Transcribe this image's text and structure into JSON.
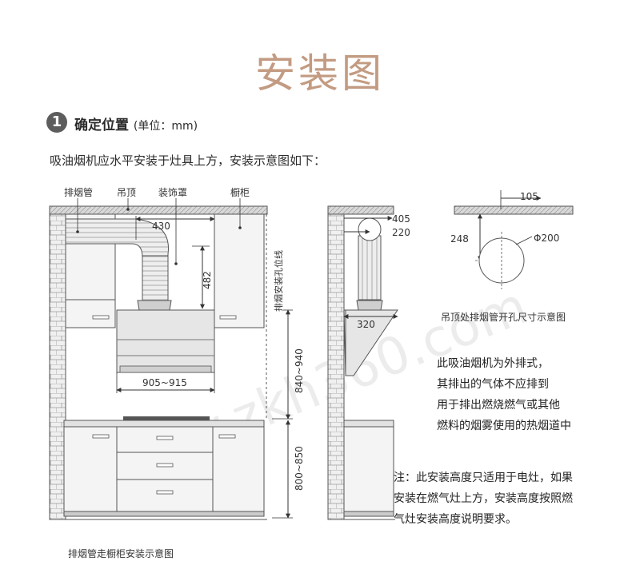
{
  "title": "安装图",
  "step": {
    "number": "1",
    "heading": "确定位置",
    "unit": "(单位：mm)"
  },
  "intro": "吸油烟机应水平安装于灶具上方，安装示意图如下：",
  "labels": {
    "exhaust_pipe": "排烟管",
    "ceiling": "吊顶",
    "cover": "装饰罩",
    "cabinet": "橱柜",
    "hole_line": "排烟安装孔位线"
  },
  "dimensions": {
    "d430": "430",
    "d482": "482",
    "d905": "905~915",
    "d840": "840~940",
    "d800": "800~850",
    "d405": "405",
    "d220": "220",
    "d320": "320",
    "d105": "105",
    "d248": "248",
    "phi200": "Φ200"
  },
  "captions": {
    "hole": "吊顶处排烟管开孔尺寸示意图",
    "cabinet": "排烟管走橱柜安装示意图"
  },
  "exhaust_note": [
    "此吸油烟机为外排式，",
    "其排出的气体不应排到",
    "用于排出燃烧燃气或其他",
    "燃料的烟雾使用的热烟道中"
  ],
  "install_note": [
    "注：此安装高度只适用于电灶，如果",
    "安装在燃气灶上方，安装高度按照燃",
    "气灶安装高度说明要求。"
  ],
  "watermark": "www.zkh360.com",
  "colors": {
    "title": "#c39b82",
    "line": "#555555",
    "fill": "#e6e6e6",
    "watermark": "#ececec"
  }
}
